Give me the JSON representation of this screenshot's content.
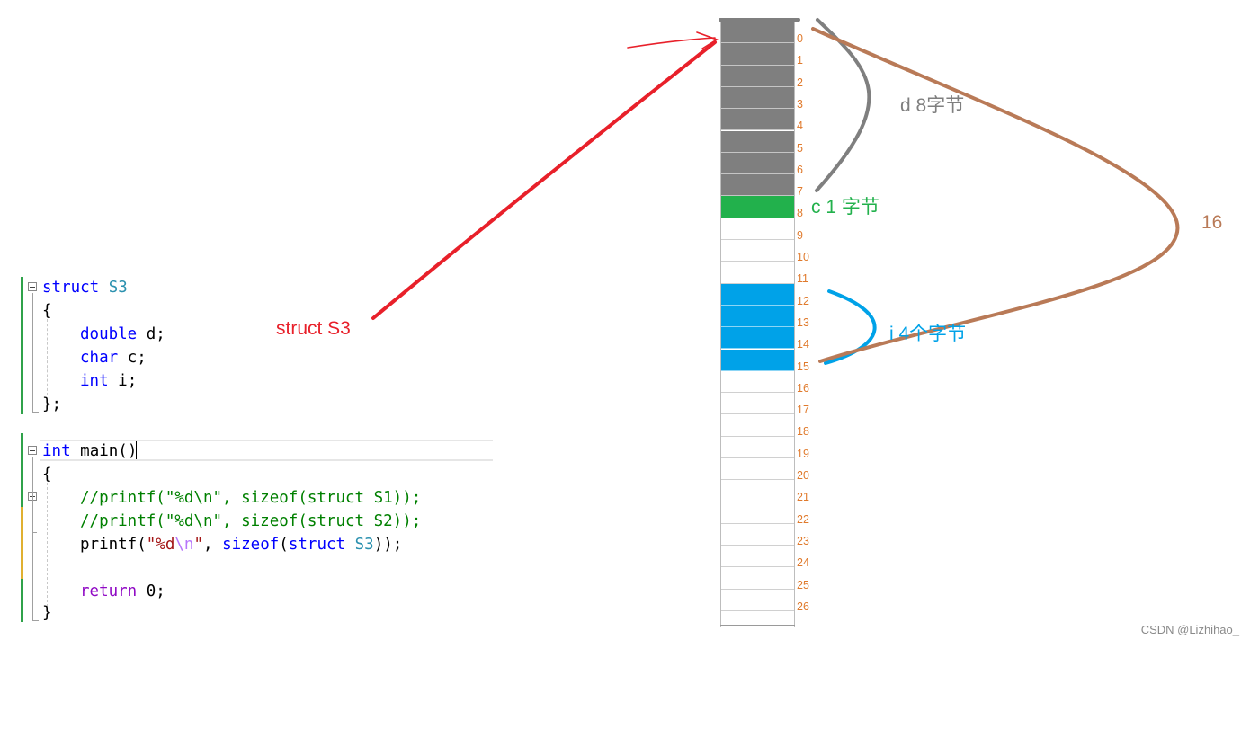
{
  "code": {
    "struct_kw": "struct",
    "struct_name": "S3",
    "open_brace": "{",
    "members": [
      {
        "type": "double",
        "name": "d;"
      },
      {
        "type": "char",
        "name": "c;"
      },
      {
        "type": "int",
        "name": "i;"
      }
    ],
    "close_struct": "};",
    "main_type": "int",
    "main_sig": "main()",
    "main_open": "{",
    "comment1": "//printf(\"%d\\n\", sizeof(struct S1));",
    "comment2": "//printf(\"%d\\n\", sizeof(struct S2));",
    "printf_fn": "printf(",
    "printf_fmt": "\"%d",
    "printf_esc": "\\n",
    "printf_quote": "\"",
    "printf_comma": ", ",
    "printf_sizeof": "sizeof",
    "printf_paren": "(",
    "printf_struct": "struct",
    "printf_space": " ",
    "printf_name": "S3",
    "printf_end": "));",
    "return_kw": "return",
    "return_val": " 0;",
    "main_close": "}"
  },
  "memory": {
    "indices": [
      "0",
      "1",
      "2",
      "3",
      "4",
      "5",
      "6",
      "7",
      "8",
      "9",
      "10",
      "11",
      "12",
      "13",
      "14",
      "15",
      "16",
      "17",
      "18",
      "19",
      "20",
      "21",
      "22",
      "23",
      "24",
      "25",
      "26"
    ],
    "regions": [
      {
        "member": "d",
        "start": 0,
        "end": 7,
        "color": "#7f7f7f"
      },
      {
        "member": "c",
        "start": 8,
        "end": 8,
        "color": "#22b14c"
      },
      {
        "member": "i",
        "start": 12,
        "end": 15,
        "color": "#00a2e8"
      }
    ]
  },
  "annotations": {
    "struct_label": "struct S3",
    "d_label": "d   8字节",
    "c_label": "c  1   字节",
    "i_label": "i   4个字节",
    "total_label": "16"
  },
  "colors": {
    "arrow": "#e8202a",
    "d": "#7f7f7f",
    "c": "#22b14c",
    "i": "#00a2e8",
    "total": "#b97a57",
    "index": "#e07a2c"
  },
  "watermark": "CSDN @Lizhihao_"
}
